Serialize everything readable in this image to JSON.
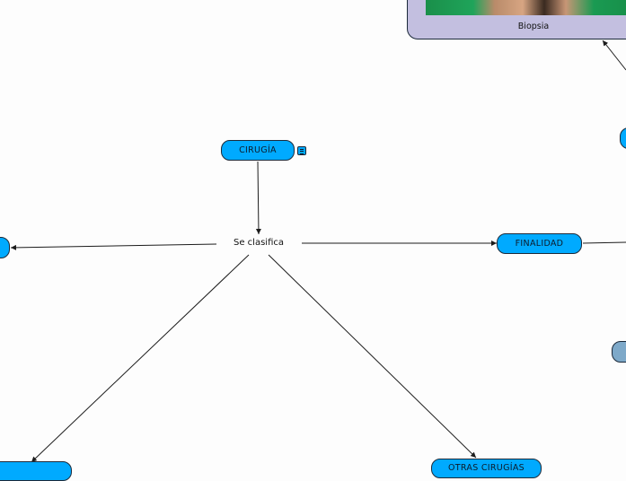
{
  "map": {
    "topic": "CIRUGÍA",
    "connector": "Se clasifica",
    "finalidad": "FINALIDAD",
    "bottom_right": "OTRAS CIRUGÍAS",
    "bottom_left": "",
    "left_edge": "",
    "right_upper": "",
    "right_lower": "",
    "image_caption": "Biopsia"
  },
  "colors": {
    "node_fill": "#00aaff",
    "node_fill_secondary": "#7ea9c9",
    "image_card_fill": "#c3bfe0",
    "line": "#1c1c1c"
  },
  "icons": {
    "note": "note-icon"
  }
}
